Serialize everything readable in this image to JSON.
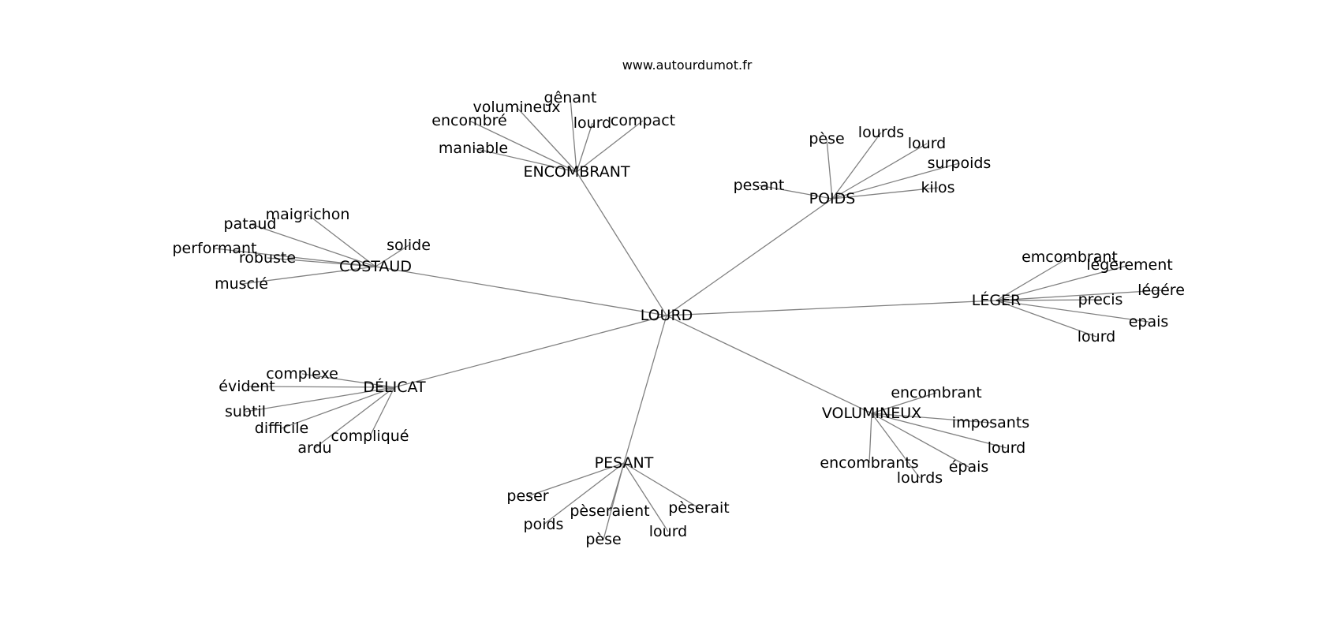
{
  "header": {
    "site": "www.autourdumot.fr"
  },
  "graph": {
    "center": "LOURD",
    "groups": [
      {
        "label": "ENCOMBRANT",
        "words": [
          "gênant",
          "volumineux",
          "encombré",
          "lourd",
          "compact",
          "maniable"
        ]
      },
      {
        "label": "POIDS",
        "words": [
          "pèse",
          "lourds",
          "lourd",
          "surpoids",
          "pesant",
          "kilos"
        ]
      },
      {
        "label": "COSTAUD",
        "words": [
          "maigrichon",
          "pataud",
          "solide",
          "performant",
          "robuste",
          "musclé"
        ]
      },
      {
        "label": "LÉGER",
        "words": [
          "emcombrant",
          "légèrement",
          "légére",
          "precis",
          "epais",
          "lourd"
        ]
      },
      {
        "label": "DÉLICAT",
        "words": [
          "complexe",
          "évident",
          "subtil",
          "difficile",
          "compliqué",
          "ardu"
        ]
      },
      {
        "label": "VOLUMINEUX",
        "words": [
          "encombrant",
          "imposants",
          "lourd",
          "encombrants",
          "épais",
          "lourds"
        ]
      },
      {
        "label": "PESANT",
        "words": [
          "peser",
          "pèserait",
          "pèseraient",
          "poids",
          "lourd",
          "pèse"
        ]
      }
    ]
  }
}
